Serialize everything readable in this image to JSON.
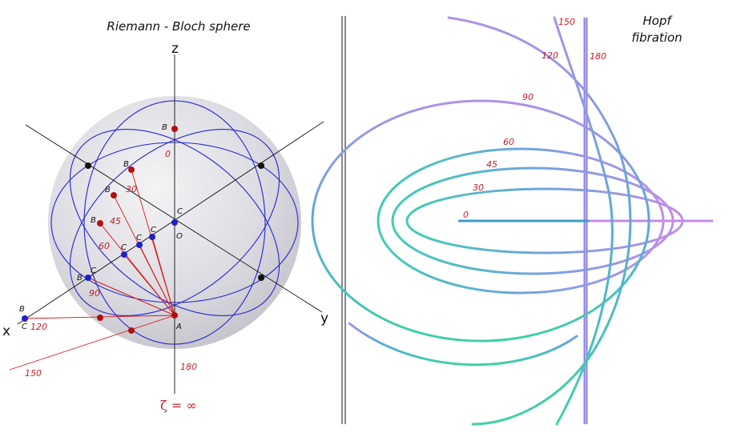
{
  "left_panel": {
    "title": "Riemann - Bloch sphere",
    "axes": {
      "z": "z",
      "y": "y",
      "x": "x"
    },
    "origin_label": "O",
    "pole_label": "A",
    "zeta_label": "ζ = ∞",
    "point_labels": {
      "b": "B",
      "c": "C"
    },
    "angle_labels": [
      "0",
      "30",
      "45",
      "60",
      "90",
      "120",
      "150",
      "180"
    ]
  },
  "right_panel": {
    "title_line1": "Hopf",
    "title_line2": "fibration",
    "angle_labels": [
      "0",
      "30",
      "45",
      "60",
      "90",
      "120",
      "150",
      "180"
    ]
  },
  "colors": {
    "circles": "#2525d0",
    "rays": "#d21a1a",
    "points_red": "#b01010",
    "points_blue": "#2020c8",
    "fiber_a": "#9a8ee0",
    "fiber_b": "#3ec9a8"
  }
}
